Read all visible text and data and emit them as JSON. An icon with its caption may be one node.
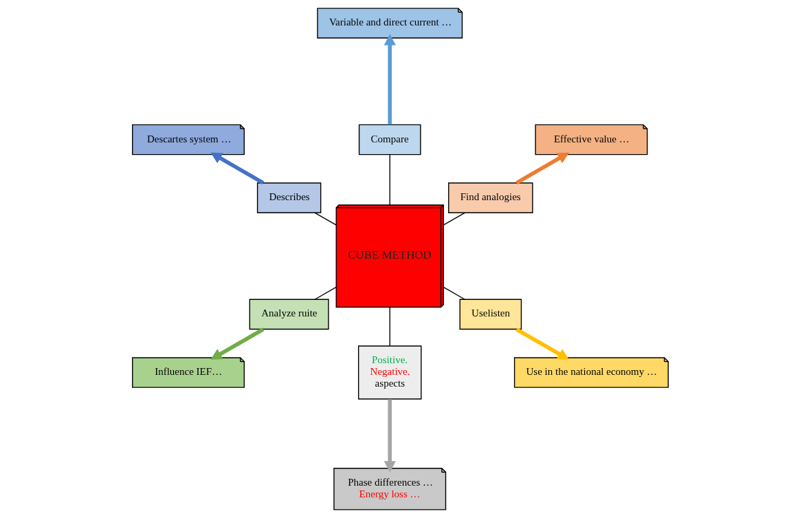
{
  "diagram": {
    "nodes": [
      {
        "text": [
          "CUBE METHOD"
        ]
      },
      {
        "text": [
          "Find analogies"
        ]
      },
      {
        "text": [
          "Effective value …"
        ]
      },
      {
        "text": [
          "Compare"
        ]
      },
      {
        "text": [
          "Variable and direct current …"
        ]
      },
      {
        "text": [
          "Describes"
        ]
      },
      {
        "text": [
          "Descartes system …"
        ]
      },
      {
        "text": [
          "Analyze ruite"
        ]
      },
      {
        "text": [
          "Influence IEF…"
        ]
      },
      {
        "text": [
          "Positive.",
          "Negative.",
          "aspects"
        ]
      },
      {
        "text": [
          "Phase differences …",
          "Energy loss …"
        ]
      },
      {
        "text": [
          "Uselisten"
        ]
      },
      {
        "text": [
          "Use in the national economy …"
        ]
      }
    ],
    "edges": [
      {
        "from": 0,
        "to": 1,
        "arrow": "none"
      },
      {
        "from": 0,
        "to": 3,
        "arrow": "none"
      },
      {
        "from": 0,
        "to": 5,
        "arrow": "none"
      },
      {
        "from": 0,
        "to": 7,
        "arrow": "none"
      },
      {
        "from": 0,
        "to": 9,
        "arrow": "none"
      },
      {
        "from": 0,
        "to": 11,
        "arrow": "none"
      },
      {
        "from": 1,
        "to": 2,
        "arrow": "to",
        "style": "thick",
        "color": "#ed7d31"
      },
      {
        "from": 3,
        "to": 4,
        "arrow": "to",
        "style": "thick",
        "color": "#5b9bd5"
      },
      {
        "from": 5,
        "to": 6,
        "arrow": "to",
        "style": "thick",
        "color": "#4472c4"
      },
      {
        "from": 7,
        "to": 8,
        "arrow": "to",
        "style": "thick",
        "color": "#70ad47"
      },
      {
        "from": 9,
        "to": 10,
        "arrow": "to",
        "style": "thick",
        "color": "#a5a5a5"
      },
      {
        "from": 11,
        "to": 12,
        "arrow": "to",
        "style": "thick",
        "color": "#ffc000"
      }
    ]
  }
}
